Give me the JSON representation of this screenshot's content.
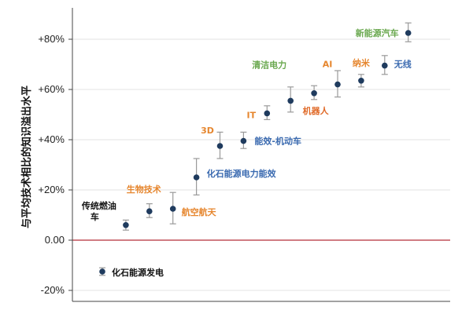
{
  "chart_data": {
    "type": "scatter",
    "title": "",
    "xlabel": "",
    "ylabel": "与平均技术相比的知识溢出水平",
    "ylim": [
      -25,
      92
    ],
    "yticks": [
      {
        "value": -20,
        "label": "-20%"
      },
      {
        "value": 0,
        "label": "0.00"
      },
      {
        "value": 20,
        "label": "+20%"
      },
      {
        "value": 40,
        "label": "+40%"
      },
      {
        "value": 60,
        "label": "+60%"
      },
      {
        "value": 80,
        "label": "+80%"
      }
    ],
    "grid": true,
    "reference_line": {
      "value": 0,
      "color": "#c0505a"
    },
    "marker_color": "#1f3b5e",
    "errorbar_color": "#9a9a9a",
    "points": [
      {
        "label": "化石能源发电",
        "value": -12.5,
        "low": -14,
        "high": -11,
        "color": "#111111"
      },
      {
        "label": "传统燃油车",
        "value": 6,
        "low": 4,
        "high": 8,
        "color": "#111111"
      },
      {
        "label": "生物技术",
        "value": 11.5,
        "low": 9,
        "high": 14.5,
        "color": "#e6862e"
      },
      {
        "label": "航空航天",
        "value": 12.5,
        "low": 6.5,
        "high": 19,
        "color": "#e6862e"
      },
      {
        "label": "化石能源电力能效",
        "value": 25,
        "low": 18,
        "high": 32.5,
        "color": "#3a6ab0"
      },
      {
        "label": "3D",
        "value": 37.5,
        "low": 32.5,
        "high": 43,
        "color": "#e6862e"
      },
      {
        "label": "能效-机动车",
        "value": 39.5,
        "low": 36.5,
        "high": 43,
        "color": "#3a6ab0"
      },
      {
        "label": "IT",
        "value": 50.5,
        "low": 48,
        "high": 53.5,
        "color": "#e6862e"
      },
      {
        "label": "清洁电力",
        "value": 55.5,
        "low": 51,
        "high": 61,
        "color": "#6aa84f"
      },
      {
        "label": "机器人",
        "value": 58.5,
        "low": 56,
        "high": 61.5,
        "color": "#e06b2a"
      },
      {
        "label": "AI",
        "value": 62,
        "low": 57,
        "high": 67.5,
        "color": "#e6862e"
      },
      {
        "label": "纳米",
        "value": 63.5,
        "low": 61,
        "high": 66,
        "color": "#e6862e"
      },
      {
        "label": "无线",
        "value": 69.5,
        "low": 66,
        "high": 73.5,
        "color": "#3a6ab0"
      },
      {
        "label": "新能源汽车",
        "value": 82.5,
        "low": 79,
        "high": 86.5,
        "color": "#6aa84f"
      }
    ]
  }
}
